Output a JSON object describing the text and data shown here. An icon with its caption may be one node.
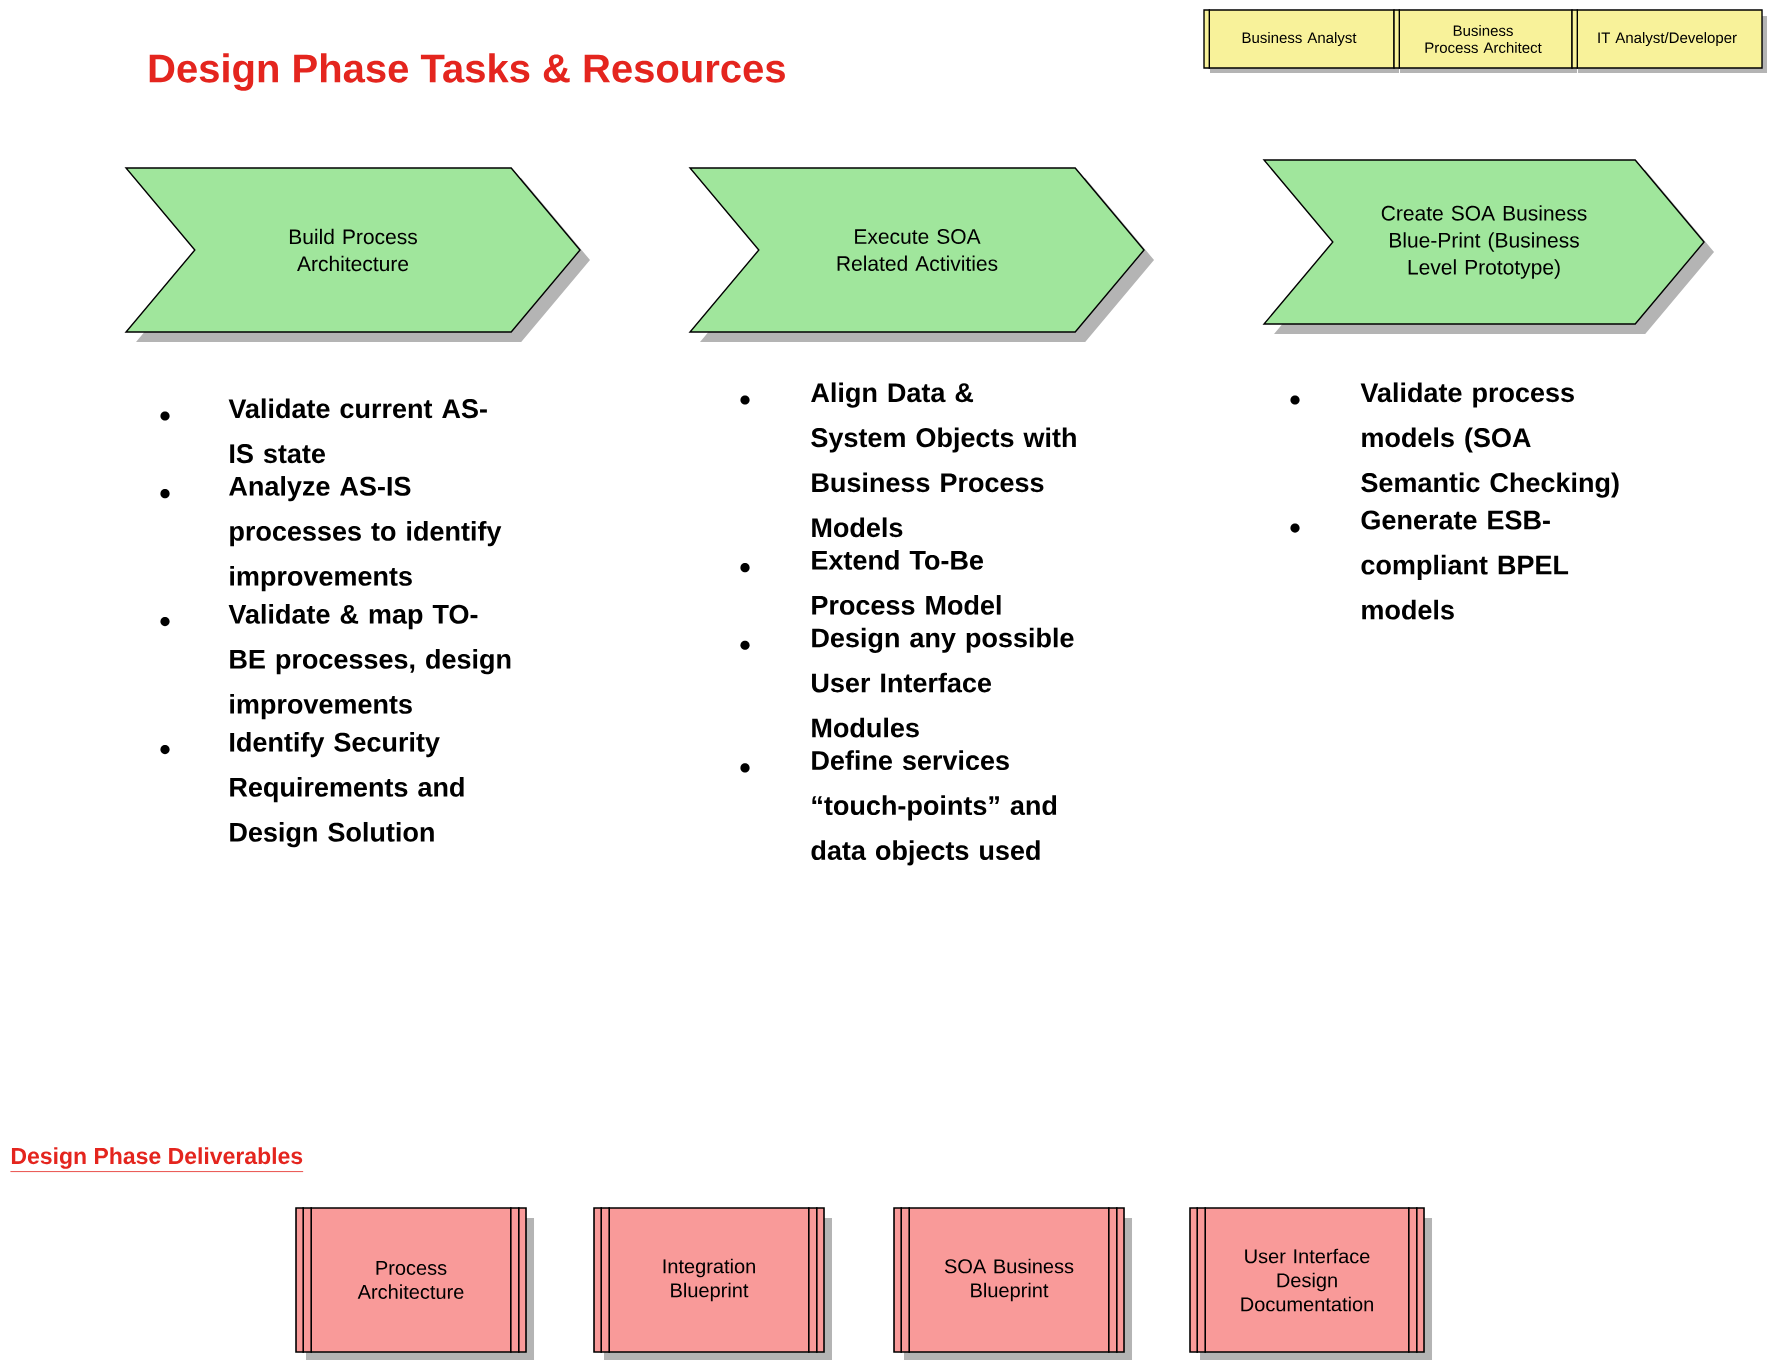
{
  "diagram": {
    "title": "Design Phase Tasks & Resources",
    "nodes": [
      {
        "text": [
          "Business Analyst"
        ]
      },
      {
        "text": [
          "Business Process Architect"
        ]
      },
      {
        "text": [
          "IT Analyst/Developer"
        ]
      },
      {
        "text": [
          "Build Process Architecture"
        ],
        "beside": [
          "Validate current AS-IS state",
          "Analyze AS-IS processes to identify improvements",
          "Validate & map TO-BE processes, design improvements",
          "Identify Security Requirements and Design Solution"
        ]
      },
      {
        "text": [
          "Execute SOA Related Activities"
        ],
        "beside": [
          "Align Data & System Objects with Business Process Models",
          "Extend To-Be Process Model",
          "Design any possible User Interface Modules",
          "Define services “touch-points” and data objects used"
        ]
      },
      {
        "text": [
          "Create SOA Business Blue-Print (Business Level Prototype)"
        ],
        "beside": [
          "Validate process models (SOA Semantic Checking)",
          "Generate ESB-compliant BPEL models"
        ]
      },
      {
        "text": [
          "Process Architecture"
        ]
      },
      {
        "text": [
          "Integration Blueprint"
        ]
      },
      {
        "text": [
          "SOA Business Blueprint"
        ]
      },
      {
        "text": [
          "User Interface Design Documentation"
        ]
      }
    ],
    "edges": [],
    "labels": [
      "Design Phase Deliverables"
    ]
  }
}
